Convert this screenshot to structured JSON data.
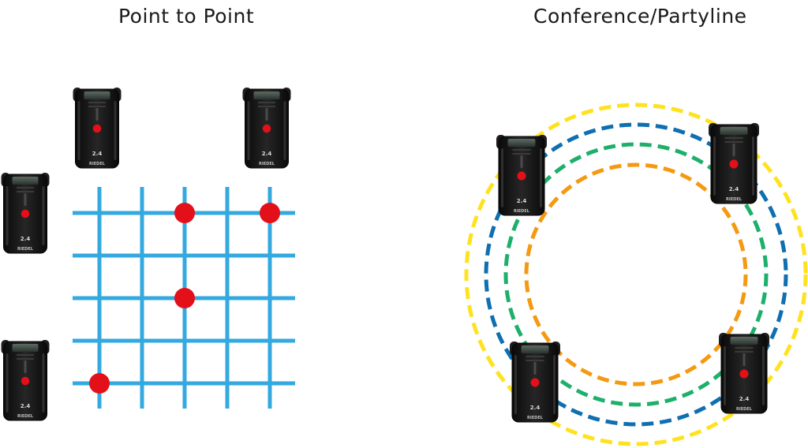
{
  "titles": {
    "point_to_point": "Point to Point",
    "conference": "Conference/Partyline"
  },
  "device": {
    "band_label": "2.4",
    "brand_label": "RIEDEL"
  },
  "colors": {
    "grid": "#33a9e0",
    "crosspoint": "#e3101a",
    "ring_outer": "#ffe21f",
    "ring_2": "#0f6fb0",
    "ring_3": "#1db06a",
    "ring_inner": "#f49a12",
    "device_body": "#141414",
    "device_button": "#e3101a"
  },
  "grid": {
    "columns": 5,
    "rows": 5,
    "active_crosspoints": [
      {
        "col": 3,
        "row": 1
      },
      {
        "col": 5,
        "row": 1
      },
      {
        "col": 3,
        "row": 3
      },
      {
        "col": 1,
        "row": 5
      }
    ]
  },
  "rings": {
    "count": 4
  },
  "devices": {
    "point_to_point_count": 4,
    "conference_count": 4
  }
}
